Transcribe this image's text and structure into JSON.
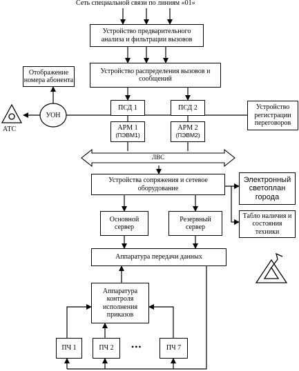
{
  "top_label": "Сеть специальной связи по линиям «01»",
  "nodes": {
    "pre_analysis": "Устройство предварительного анализа и фильтрации вызовов",
    "distribution": "Устройство распределения вызовов и сообщений",
    "number_display": "Отображение номера абонента",
    "uon": "УОН",
    "ats": "АТС",
    "psd1": "ПСД 1",
    "psd2": "ПСД 2",
    "recorder": "Устройство регистрации переговоров",
    "arm1_line1": "АРМ 1",
    "arm1_line2": "(ПЭВМ1)",
    "arm2_line1": "АРМ 2",
    "arm2_line2": "(ПЭВМ2)",
    "lan": "ЛВС",
    "interface": "Устройства сопряжения и сетевое оборудование",
    "light_map": "Электронный светоплан города",
    "status_board": "Табло наличия и состояния техники",
    "main_server": "Основной сервер",
    "backup_server": "Резервный сервер",
    "data_transfer": "Аппаратура передачи данных",
    "order_control": "Аппаратура контроля исполнения приказов",
    "pch1": "ПЧ 1",
    "pch2": "ПЧ 2",
    "ellipsis": "•••",
    "pch7": "ПЧ 7"
  }
}
